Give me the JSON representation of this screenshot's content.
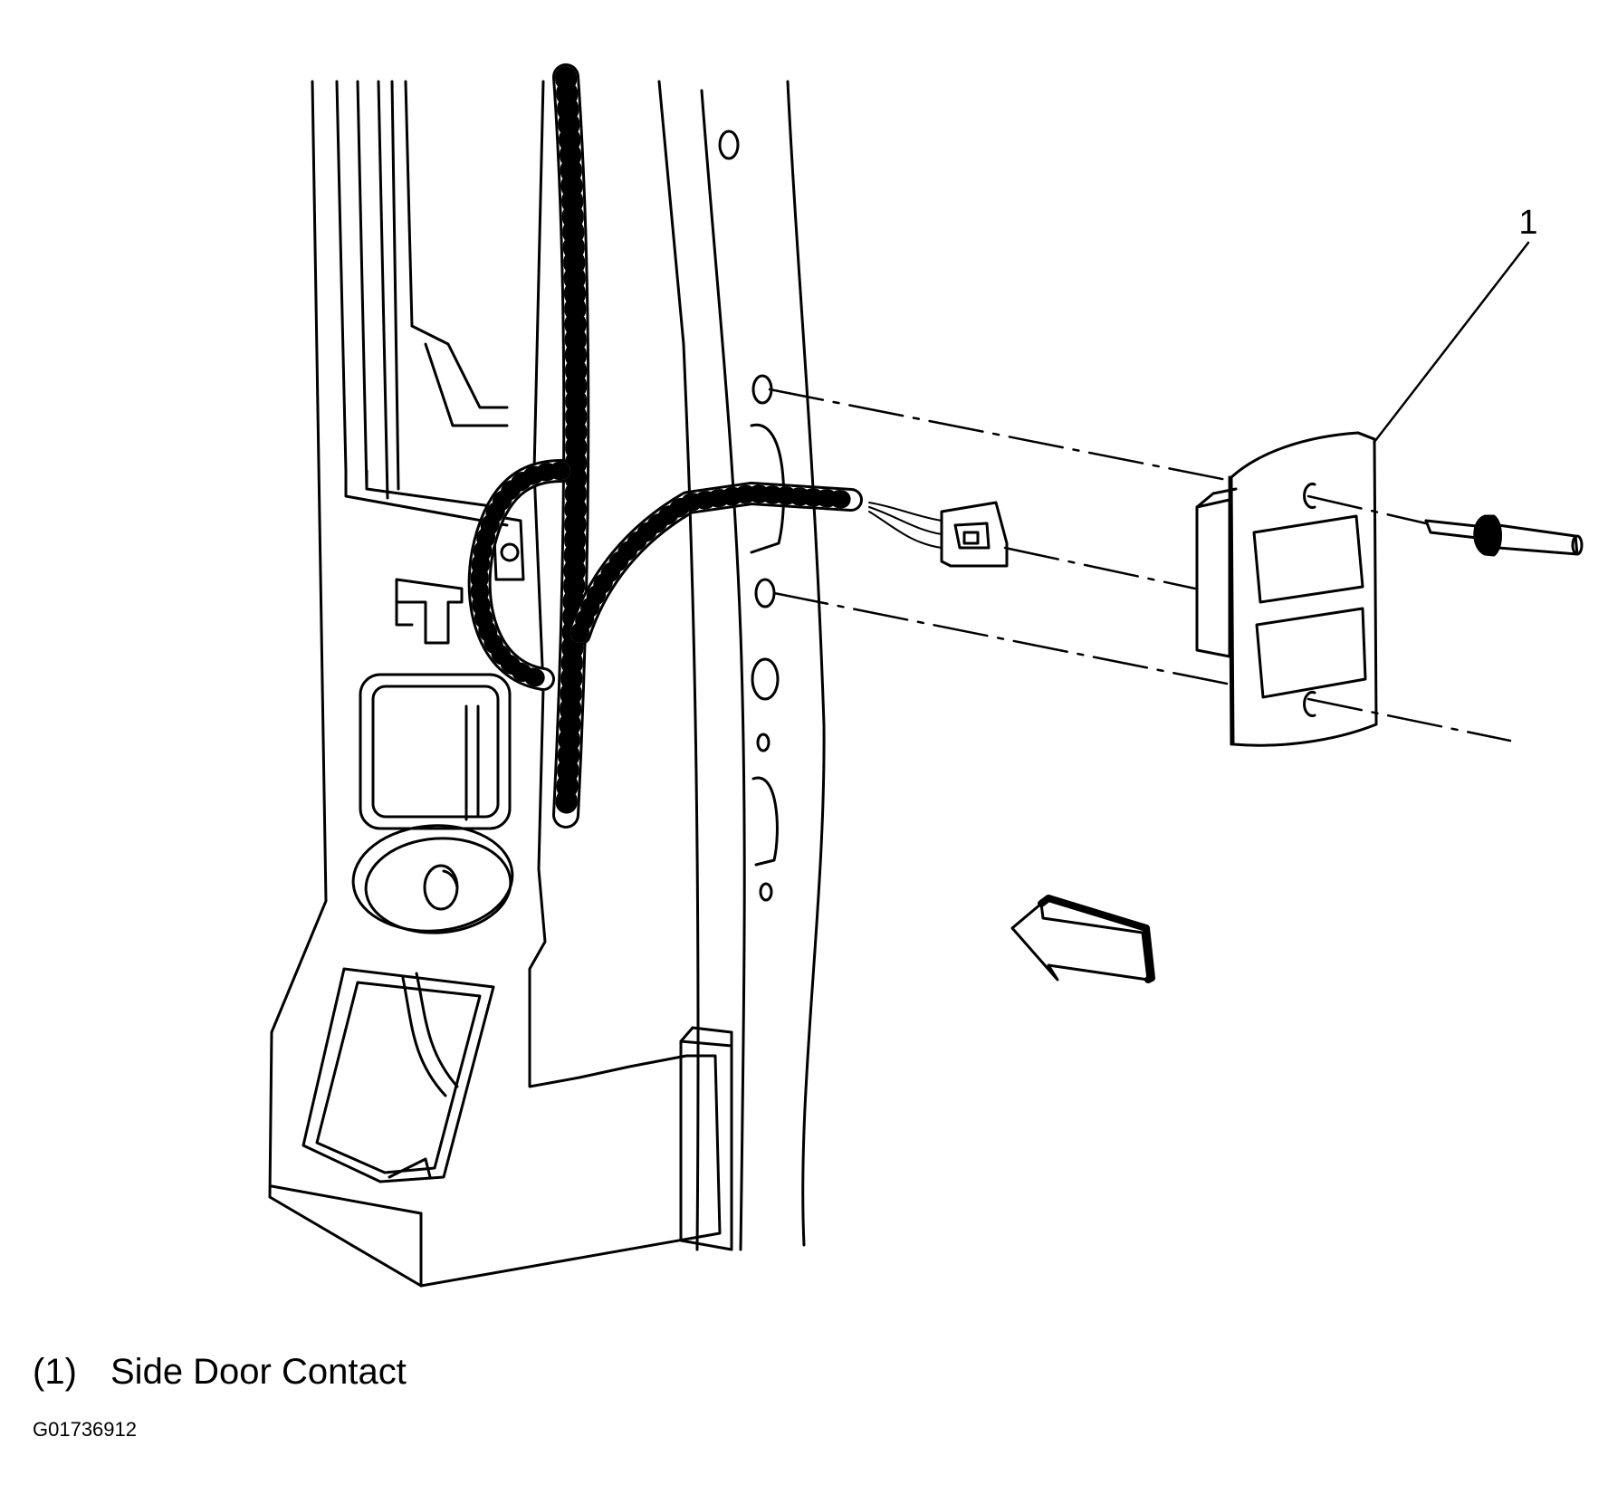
{
  "callout": {
    "number": "1"
  },
  "legend": {
    "items": [
      {
        "number": "(1)",
        "label": "Side Door Contact"
      }
    ]
  },
  "figure_id": "G01736912",
  "colors": {
    "line": "#000000",
    "background": "#ffffff"
  }
}
